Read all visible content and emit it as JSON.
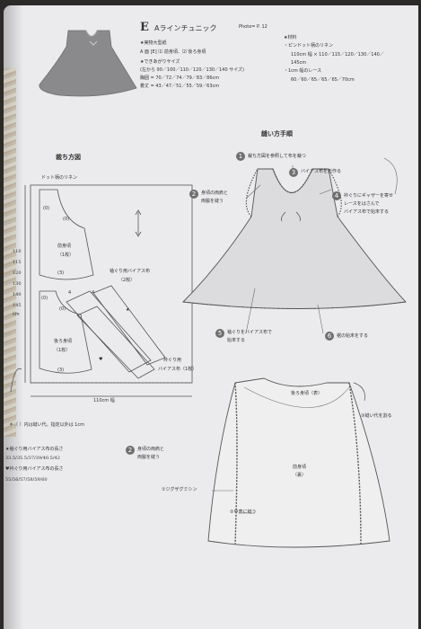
{
  "header": {
    "letter": "E",
    "title": "Aラインチュニック",
    "photo_ref": "Photo= P. 12"
  },
  "pattern_info": {
    "pattern_label": "★実物大型紙",
    "pattern_sheet": "A 面 [E] ⑴ 前身頃、⑵ 後ろ身頃",
    "sizes_label": "★できあがりサイズ",
    "sizes": "(左から 90／100／110／120／130／140 サイズ)",
    "bust": "胸囲 = 70／72／74／79／83／86cm",
    "length": "着丈 = 43／47／51／55／59／63cm"
  },
  "materials": {
    "label": "★材料",
    "fabric": "・ピンドット柄のリネン",
    "fabric_size": "110cm 幅 × 110／115／120／130／140／",
    "fabric_size_2": "145cm",
    "lace": "・1cm 幅のレース",
    "lace_lengths": "60／60／65／65／65／70cm"
  },
  "cutting": {
    "title": "裁ち方図",
    "fabric_name": "ドット柄のリネン",
    "lengths": [
      "110",
      "115",
      "120",
      "130",
      "140",
      "145",
      "cm"
    ],
    "front_label": "前身頃",
    "front_count": "（1枚）",
    "back_label": "後ろ身頃",
    "back_count": "（1枚）",
    "sleeve_bias_label": "袖ぐり用バイアス布",
    "sleeve_bias_count": "（2枚）",
    "neck_bias_label": "衿ぐり用",
    "neck_bias_label_2": "バイアス布（1枚）",
    "width_label": "110cm 幅",
    "seam_labels": [
      "(0)",
      "(0)",
      "(3)",
      "(0)",
      "(0)",
      "(3)",
      "4",
      "4"
    ],
    "note": "＊（ ）内は縫い代。指定以外は 1cm",
    "star_label": "★袖ぐり用バイアス布の長さ",
    "star_values": "33.5/35.5/37/39/40.5/42",
    "heart_label": "♥衿ぐり用バイアス布の長さ",
    "heart_values": "55/56/57/58/59/60"
  },
  "sewing": {
    "title": "縫い方手順",
    "steps": [
      {
        "num": "1",
        "text": "裁ち方図を参照して布を裁つ"
      },
      {
        "num": "2",
        "text": "身頃の両肩と",
        "text2": "両脇を縫う"
      },
      {
        "num": "3",
        "text": "バイアス布を形作る"
      },
      {
        "num": "4",
        "text": "衿ぐりにギャザーを寄せ",
        "text2": "レースをはさんで",
        "text3": "バイアス布で始末する"
      },
      {
        "num": "5",
        "text": "袖ぐりをバイアス布で",
        "text2": "始末する"
      },
      {
        "num": "6",
        "text": "裾の始末をする"
      }
    ]
  },
  "detail": {
    "step_num": "2",
    "step_text": "身頃の両肩と",
    "step_text2": "両脇を縫う",
    "back_label": "後ろ身頃（表）",
    "front_label": "前身頃",
    "front_label2": "（裏）",
    "seam_note": "③縫い代を割る",
    "zigzag": "①ジグザグミシン",
    "middle": "②中表に縫う"
  }
}
